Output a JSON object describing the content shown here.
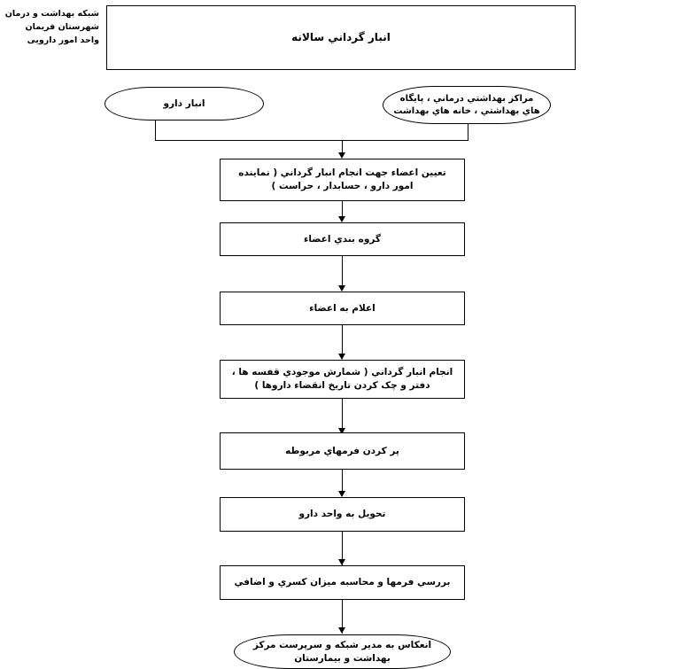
{
  "diagram": {
    "org_header": {
      "line1": "شبکه بهداشت و درمان",
      "line2": "شهرستان فریمان",
      "line3": "واحد امور دارویی"
    },
    "title": "انبار گرداني سالانه",
    "sources": {
      "left": "انبار دارو",
      "right": "مراکز بهداشتي درماني ، پایگاه هاي بهداشتي ، خانه هاي بهداشت"
    },
    "steps": [
      {
        "id": "step-1",
        "text": "تعیین اعضاء جهت انجام انبار گرداني ( نماینده امور دارو ، حسابدار ، حراست )"
      },
      {
        "id": "step-2",
        "text": "گروه بندي اعضاء"
      },
      {
        "id": "step-3",
        "text": "اعلام به اعضاء"
      },
      {
        "id": "step-4",
        "text": "انجام انبار گرداني ( شمارش موجودي قفسه ها ، دفتر و چک کردن تاریخ انقضاء داروها )"
      },
      {
        "id": "step-5",
        "text": "پر کردن فرمهاي مربوطه"
      },
      {
        "id": "step-6",
        "text": "تحویل به واحد دارو"
      },
      {
        "id": "step-7",
        "text": "بررسي فرمها و محاسبه میزان کسري و اضافي"
      }
    ],
    "final": "انعکاس به مدیر شبکه و سرپرست مرکز بهداشت و بیمارستان",
    "colors": {
      "stroke": "#000000",
      "fill": "#ffffff",
      "text": "#000000"
    }
  }
}
